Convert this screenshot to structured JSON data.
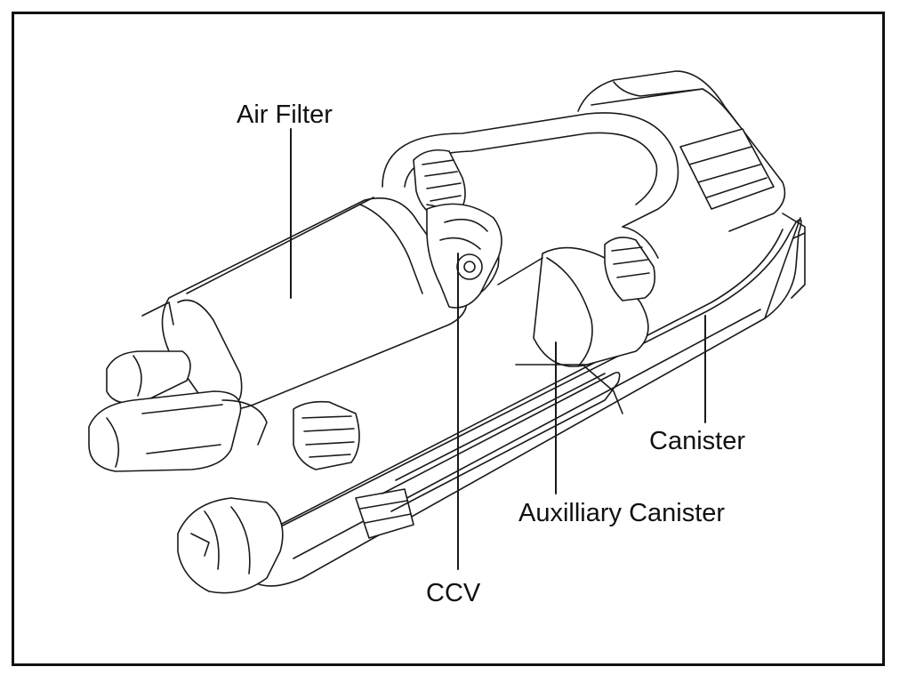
{
  "diagram": {
    "labels": {
      "air_filter": "Air Filter",
      "canister": "Canister",
      "auxiliary_canister": "Auxilliary Canister",
      "ccv": "CCV"
    }
  }
}
